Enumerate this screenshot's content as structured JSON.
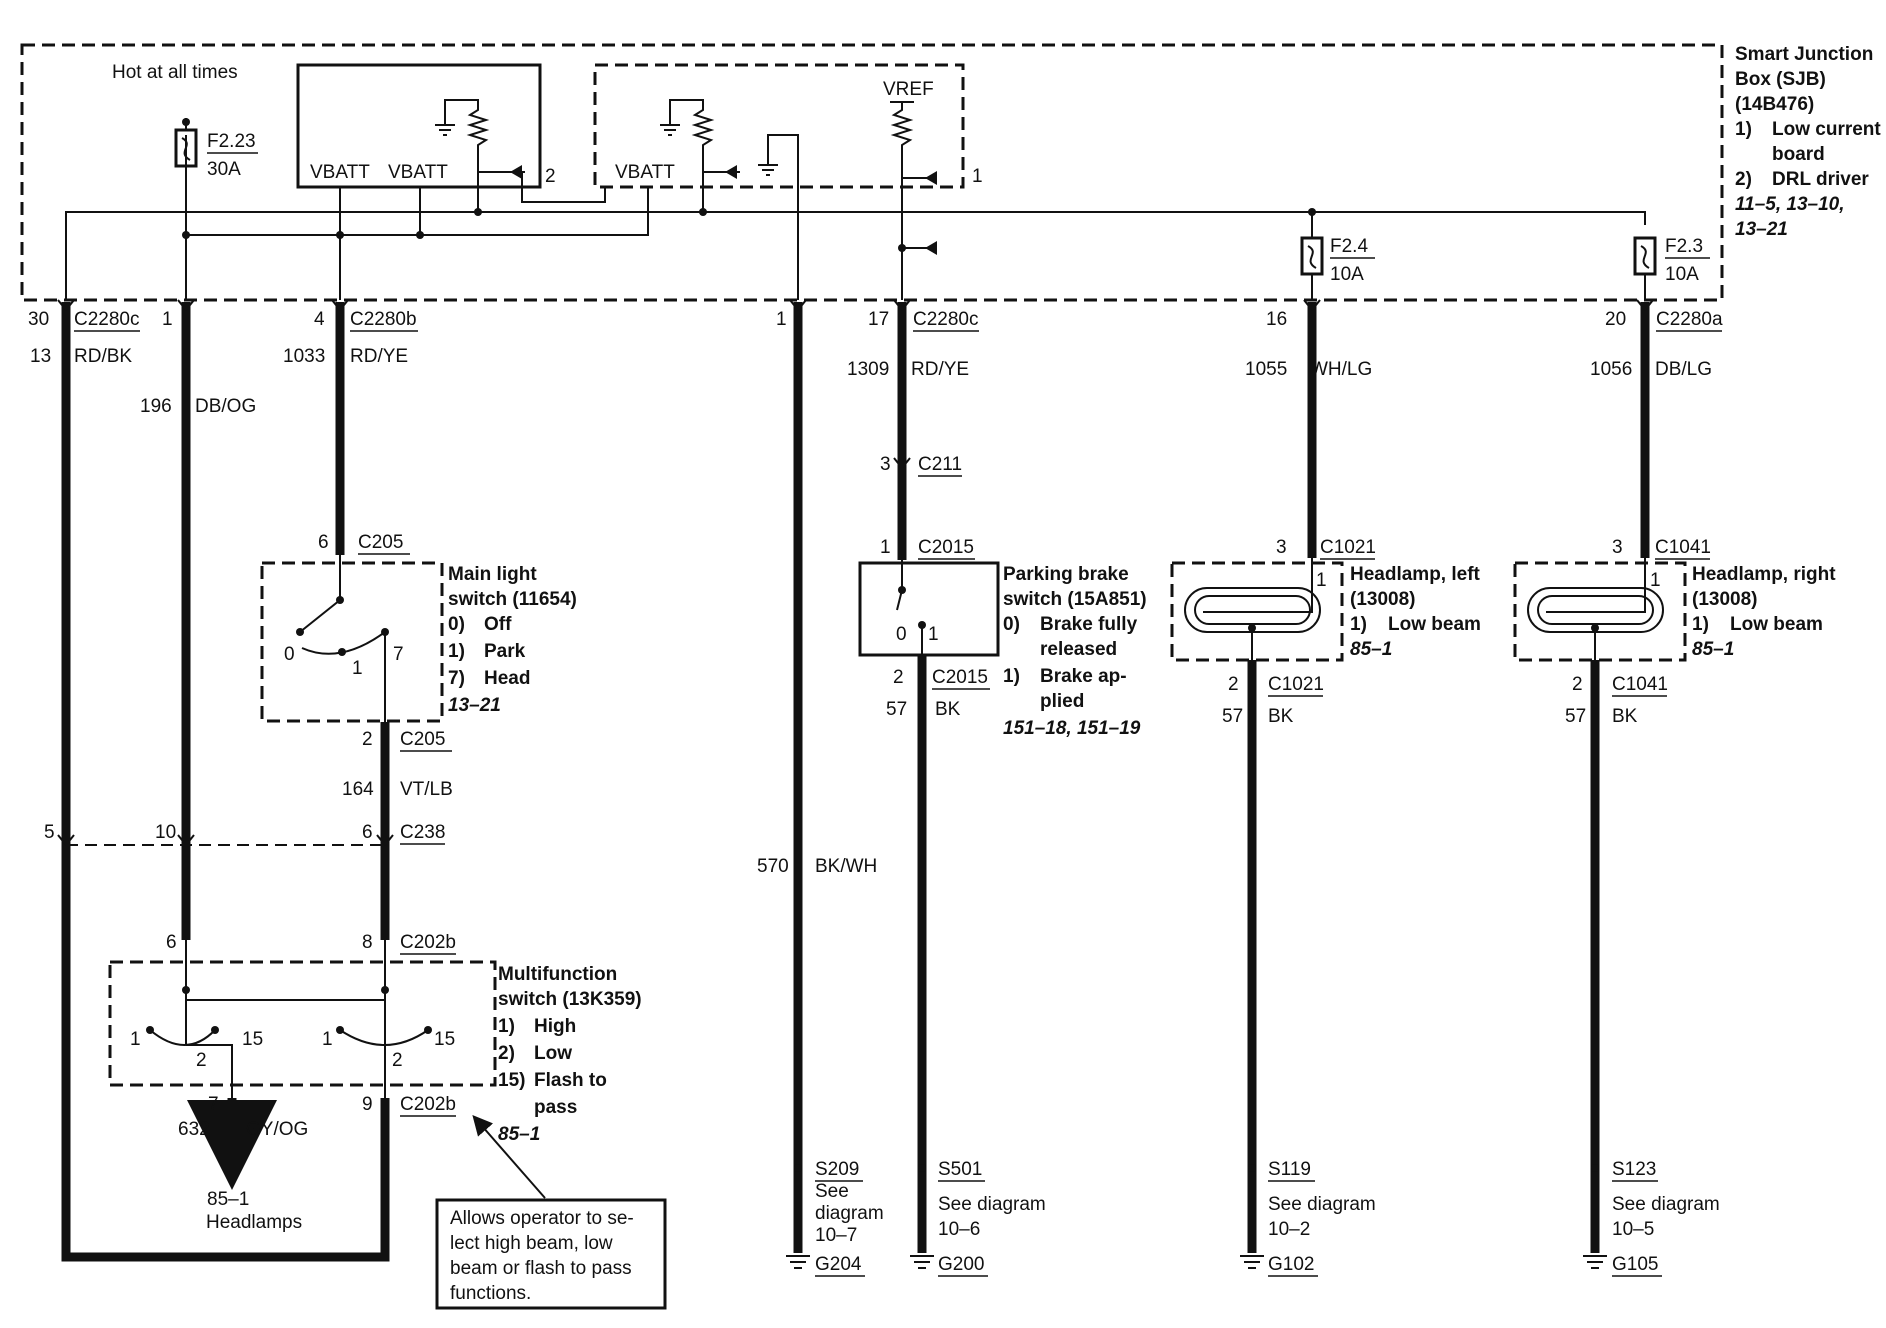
{
  "sjb": {
    "hot_label": "Hot at all times",
    "title_lines": [
      "Smart Junction",
      "Box (SJB)",
      "(14B476)"
    ],
    "items": [
      {
        "num": "1)",
        "text": [
          "Low current",
          "board"
        ]
      },
      {
        "num": "2)",
        "text": [
          "DRL driver"
        ]
      }
    ],
    "refs": [
      "11–5, 13–10,",
      "13–21"
    ],
    "vbatt": "VBATT",
    "vref": "VREF",
    "pin2": "2",
    "pin1": "1"
  },
  "fuses": [
    {
      "name": "F2.23",
      "amps": "30A"
    },
    {
      "name": "F2.4",
      "amps": "10A"
    },
    {
      "name": "F2.3",
      "amps": "10A"
    }
  ],
  "sjb_connectors": [
    {
      "pin": "30",
      "conn": "C2280c",
      "circuit": "13",
      "color": "RD/BK"
    },
    {
      "pin": "1",
      "conn": "",
      "circuit": "196",
      "color": "DB/OG"
    },
    {
      "pin": "4",
      "conn": "C2280b",
      "circuit": "1033",
      "color": "RD/YE"
    },
    {
      "pin": "1",
      "conn": "",
      "circuit": "570",
      "color": "BK/WH"
    },
    {
      "pin": "17",
      "conn": "C2280c",
      "circuit": "1309",
      "color": "RD/YE"
    },
    {
      "pin": "16",
      "conn": "",
      "circuit": "1055",
      "color": "WH/LG"
    },
    {
      "pin": "20",
      "conn": "C2280a",
      "circuit": "1056",
      "color": "DB/LG"
    }
  ],
  "main_light": {
    "top_pin": "6",
    "top_conn": "C205",
    "title_lines": [
      "Main light",
      "switch (11654)"
    ],
    "modes": [
      {
        "num": "0)",
        "text": "Off"
      },
      {
        "num": "1)",
        "text": "Park"
      },
      {
        "num": "7)",
        "text": "Head"
      }
    ],
    "ref": "13–21",
    "pos": [
      "0",
      "1",
      "7"
    ],
    "bot_pin": "2",
    "bot_conn": "C205",
    "out_circuit": "164",
    "out_color": "VT/LB"
  },
  "c238": {
    "conn": "C238",
    "pins": [
      "5",
      "10",
      "6"
    ]
  },
  "multifunction": {
    "top_pins": [
      "6",
      "8"
    ],
    "top_conn": "C202b",
    "title_lines": [
      "Multifunction",
      "switch (13K359)"
    ],
    "modes": [
      {
        "num": "1)",
        "text": "High"
      },
      {
        "num": "2)",
        "text": "Low"
      },
      {
        "num": "15)",
        "text": "Flash to"
      }
    ],
    "mode_cont": "pass",
    "ref": "85–1",
    "pos": [
      "1",
      "2",
      "15",
      "1",
      "2",
      "15"
    ],
    "bot_pins": [
      "7",
      "9"
    ],
    "bot_conn": "C202b",
    "out_circuit": "632",
    "out_color": "GY/OG",
    "dest": [
      "85–1",
      "Headlamps"
    ]
  },
  "callout": [
    "Allows operator to se-",
    "lect high beam, low",
    "beam or flash to pass",
    "functions."
  ],
  "c211": {
    "pin": "3",
    "conn": "C211"
  },
  "parking": {
    "top_pin": "1",
    "top_conn": "C2015",
    "title_lines": [
      "Parking brake",
      "switch (15A851)"
    ],
    "modes": [
      {
        "num": "0)",
        "lines": [
          "Brake fully",
          "released"
        ]
      },
      {
        "num": "1)",
        "lines": [
          "Brake ap-",
          "plied"
        ]
      }
    ],
    "ref": "151–18, 151–19",
    "pos": [
      "0",
      "1"
    ],
    "bot_pin": "2",
    "bot_conn": "C2015",
    "out_circuit": "57",
    "out_color": "BK"
  },
  "headlamps": [
    {
      "top_pin": "3",
      "conn": "C1021",
      "title_lines": [
        "Headlamp, left",
        "(13008)"
      ],
      "mode_num": "1)",
      "mode_text": "Low beam",
      "ref": "85–1",
      "pin_in": "1",
      "bot_pin": "2",
      "out_circuit": "57",
      "out_color": "BK"
    },
    {
      "top_pin": "3",
      "conn": "C1041",
      "title_lines": [
        "Headlamp, right",
        "(13008)"
      ],
      "mode_num": "1)",
      "mode_text": "Low beam",
      "ref": "85–1",
      "pin_in": "1",
      "bot_pin": "2",
      "out_circuit": "57",
      "out_color": "BK"
    }
  ],
  "grounds": [
    {
      "splice": "S209",
      "see": [
        "See",
        "diagram",
        "10–7"
      ],
      "ground": "G204"
    },
    {
      "splice": "S501",
      "see": [
        "See diagram",
        "10–6"
      ],
      "ground": "G200"
    },
    {
      "splice": "S119",
      "see": [
        "See diagram",
        "10–2"
      ],
      "ground": "G102"
    },
    {
      "splice": "S123",
      "see": [
        "See diagram",
        "10–5"
      ],
      "ground": "G105"
    }
  ]
}
